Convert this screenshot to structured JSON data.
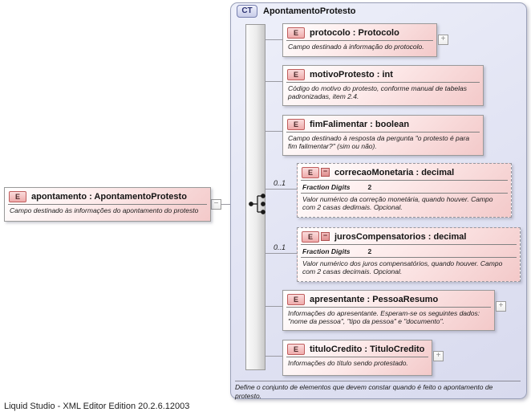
{
  "footer": {
    "status_text": "Liquid Studio - XML Editor Edition 20.2.6.12003"
  },
  "icons": {
    "element_badge": "E",
    "complex_type_badge": "CT",
    "expand": "+",
    "collapse": "−",
    "optional_minus": "−"
  },
  "colors": {
    "element_fill": "#f3c9c9",
    "element_border_red": "#c05e5e",
    "complex_type_fill": "#e3e5f4",
    "line_gray": "#9a9aa2"
  },
  "root_element": {
    "title": "apontamento : ApontamentoProtesto",
    "description": "Campo destinado às informações do apontamento do protesto"
  },
  "complex_type": {
    "badge": "CT",
    "title": "ApontamentoProtesto",
    "annotation": "Define o conjunto de elementos que devem constar quando é feito o apontamento de protesto.",
    "elements": [
      {
        "title": "protocolo : Protocolo",
        "description": "Campo destinado à informação do protocolo."
      },
      {
        "title": "motivoProtesto : int",
        "description": "Código do motivo do protesto,  conforme manual de tabelas padronizadas, item 2.4."
      },
      {
        "title": "fimFalimentar : boolean",
        "description": "Campo destinado à resposta da pergunta \"o protesto é para fim falimentar?\" (sim ou não)."
      },
      {
        "title": "correcaoMonetaria : decimal",
        "multiplicity": "0..1",
        "facet_label": "Fraction Digits",
        "facet_value": "2",
        "description": "Valor numérico da correção monetária, quando houver. Campo com 2 casas dedimais. Opcional."
      },
      {
        "title": "jurosCompensatorios : decimal",
        "multiplicity": "0..1",
        "facet_label": "Fraction Digits",
        "facet_value": "2",
        "description": "Valor numérico dos juros compensatórios, quando houver. Campo com 2 casas decimais. Opcional."
      },
      {
        "title": "apresentante : PessoaResumo",
        "description": "Informações do apresentante. Esperam-se os seguintes dados: \"nome da pessoa\", \"tipo da pessoa\" e \"documento\"."
      },
      {
        "title": "tituloCredito : TituloCredito",
        "description": "Informações do título sendo protestado."
      }
    ]
  }
}
